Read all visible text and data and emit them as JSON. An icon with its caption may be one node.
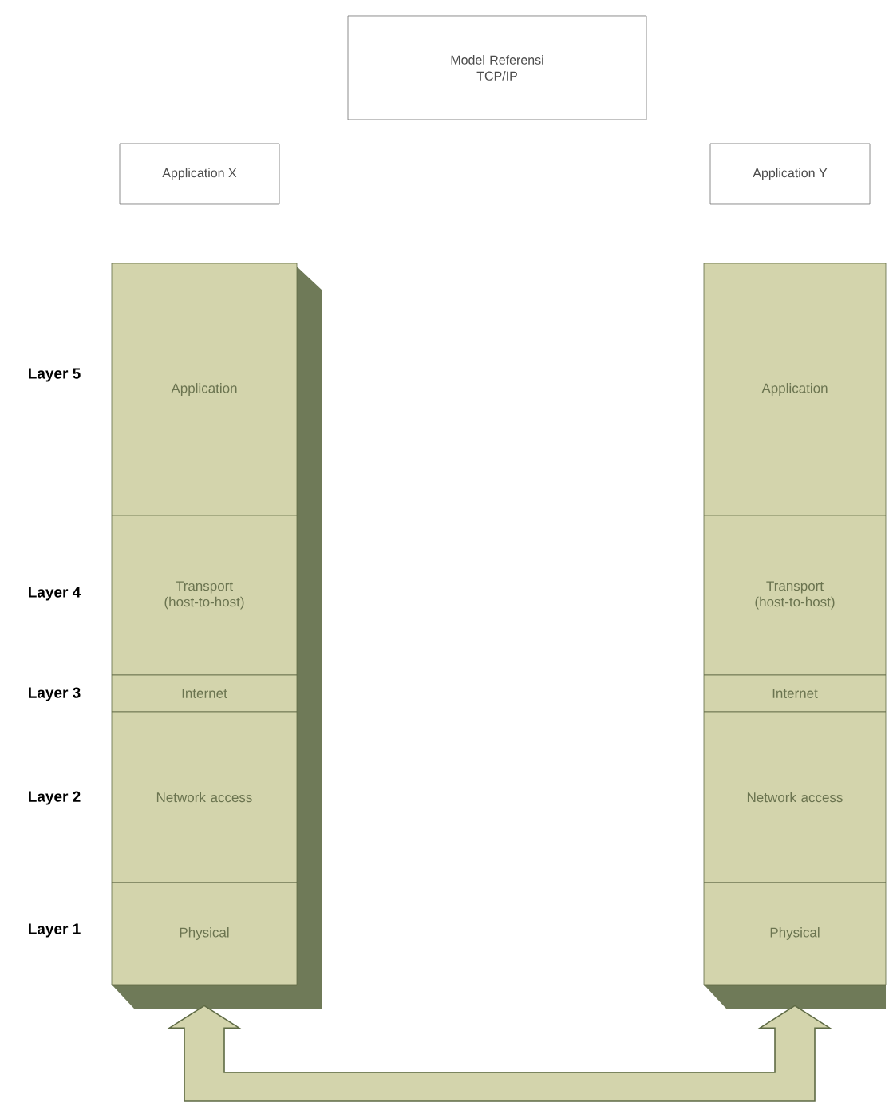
{
  "diagram": {
    "nodes": [
      {
        "text": [
          "Model Referensi TCP/IP"
        ]
      },
      {
        "text": [
          "Application X"
        ]
      },
      {
        "text": [
          "Application Y"
        ]
      },
      {
        "text": [
          "Application"
        ]
      },
      {
        "text": [
          "Transport (host-to-host)"
        ]
      },
      {
        "text": [
          "Internet"
        ]
      },
      {
        "text": [
          "Network access"
        ]
      },
      {
        "text": [
          "Physical"
        ]
      },
      {
        "text": [
          "Application"
        ]
      },
      {
        "text": [
          "Transport (host-to-host)"
        ]
      },
      {
        "text": [
          "Internet"
        ]
      },
      {
        "text": [
          "Network access"
        ]
      },
      {
        "text": [
          "Physical"
        ]
      }
    ],
    "edges": [
      {
        "from": 7,
        "to": 12,
        "arrow": "both",
        "style": "thick"
      }
    ],
    "labels": [
      "Layer 5",
      "Layer 4",
      "Layer 3",
      "Layer 2",
      "Layer 1"
    ]
  }
}
